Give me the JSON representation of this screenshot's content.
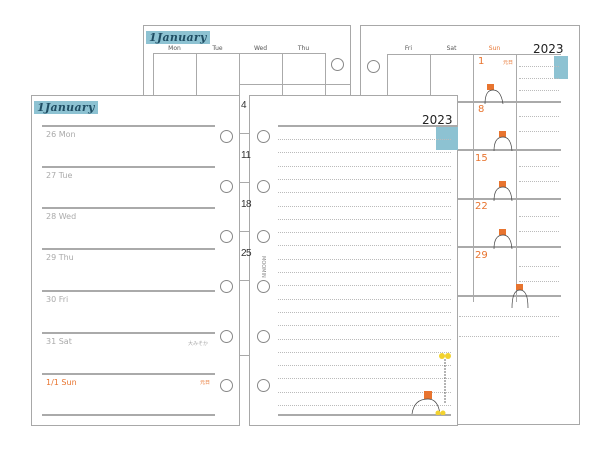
{
  "monthly_left": {
    "month_label": "1January",
    "days": [
      "Mon",
      "Tue",
      "Wed",
      "Thu"
    ],
    "dates": [
      "4",
      "11",
      "18",
      "25"
    ]
  },
  "monthly_right": {
    "days": [
      "Fri",
      "Sat",
      "Sun"
    ],
    "sun_dates": [
      "1",
      "8",
      "15",
      "22",
      "29"
    ],
    "holiday": "元日",
    "year": "2023"
  },
  "weekly": {
    "month_label": "1January",
    "rows": [
      {
        "label": "26 Mon",
        "note": ""
      },
      {
        "label": "27 Tue",
        "note": ""
      },
      {
        "label": "28 Wed",
        "note": ""
      },
      {
        "label": "29 Thu",
        "note": ""
      },
      {
        "label": "30 Fri",
        "note": ""
      },
      {
        "label": "31 Sat",
        "note": "大みそか"
      },
      {
        "label": "1/1 Sun",
        "note": "元日"
      }
    ]
  },
  "notes": {
    "year": "2023",
    "brand": "MOOMIN"
  },
  "colors": {
    "accent_teal": "#8dc2d2",
    "sunday_orange": "#e8742f"
  }
}
